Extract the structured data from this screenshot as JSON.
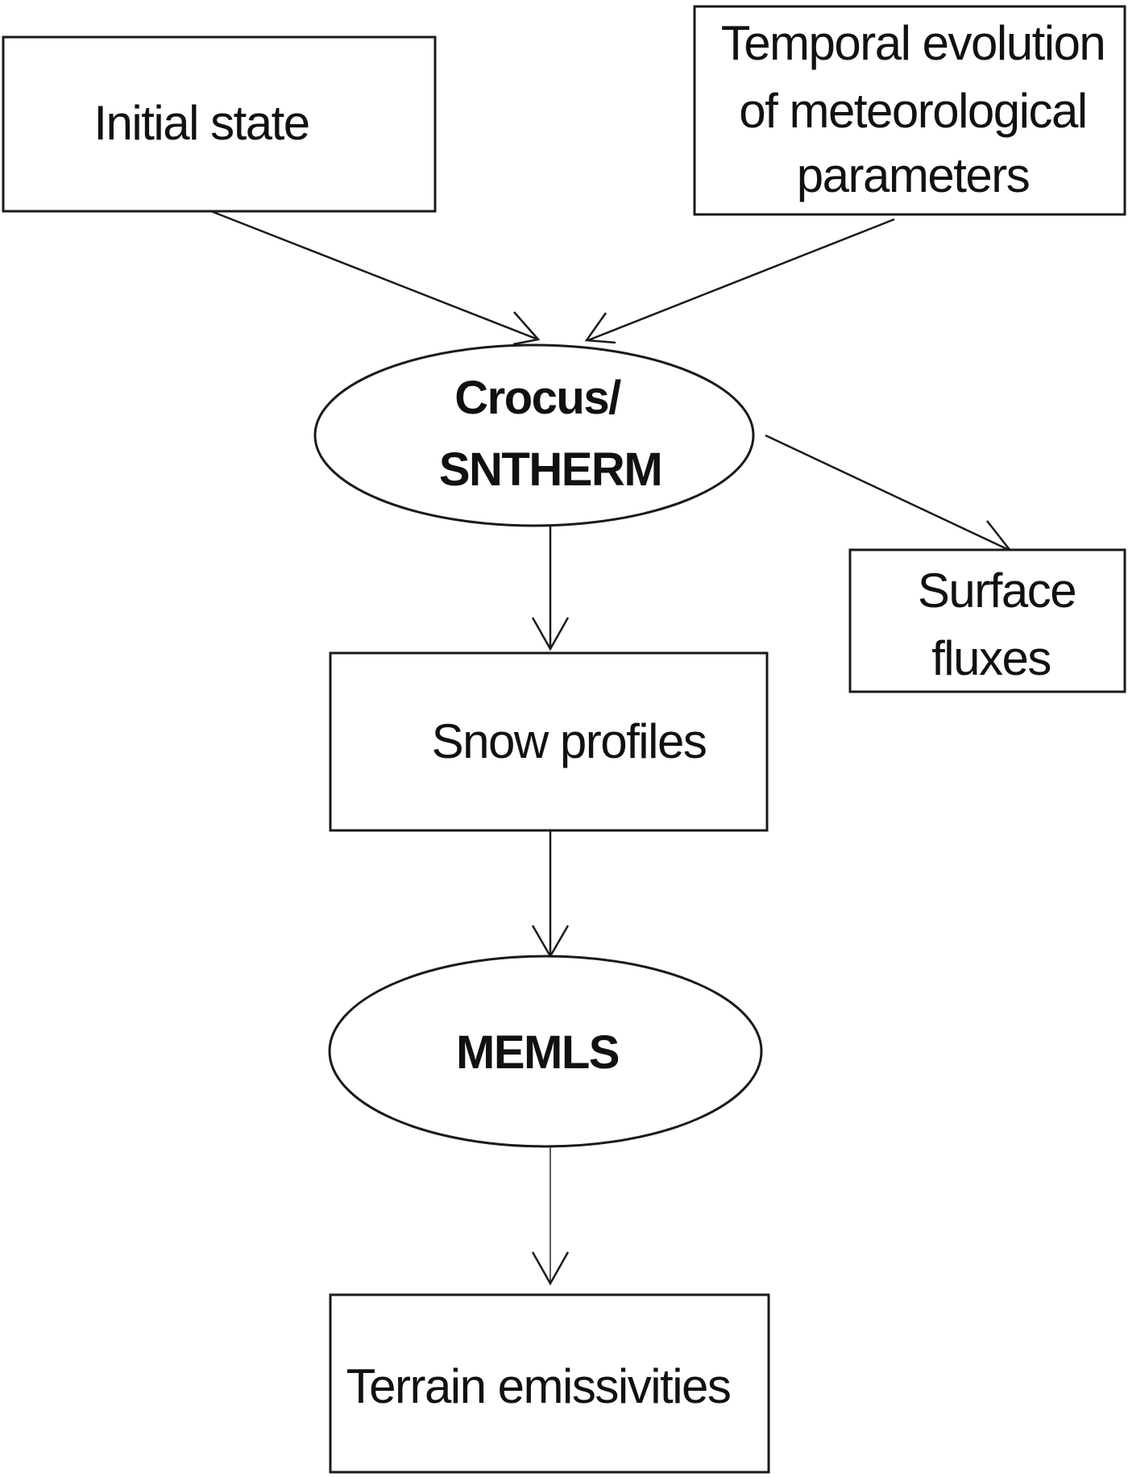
{
  "diagram": {
    "nodes": {
      "initial_state": {
        "label": "Initial state"
      },
      "meteo": {
        "line1": "Temporal evolution",
        "line2": "of meteorological",
        "line3": "parameters"
      },
      "crocus": {
        "line1": "Crocus/",
        "line2": "SNTHERM"
      },
      "surface_fluxes": {
        "line1": "Surface",
        "line2": "fluxes"
      },
      "snow_profiles": {
        "label": "Snow profiles"
      },
      "memls": {
        "label": "MEMLS"
      },
      "terrain": {
        "label": "Terrain emissivities"
      }
    }
  }
}
